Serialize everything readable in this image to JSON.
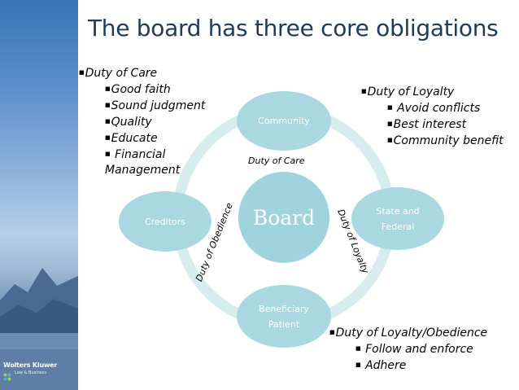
{
  "slide": {
    "title": "The board has three core obligations"
  },
  "branding": {
    "logo_name": "Wolters Kluwer",
    "logo_sub": "Law & Business"
  },
  "diagram": {
    "center": "Board",
    "nodes": {
      "top": "Community",
      "right_line1": "State and",
      "right_line2": "Federal",
      "bottom_line1": "Beneficiary",
      "bottom_line2": "Patient",
      "left": "Creditors"
    },
    "edge_labels": {
      "top": "Duty of Care",
      "left": "Duty of Obedience",
      "right": "Duty of Loyalty"
    },
    "colors": {
      "node_fill": "#a9d8e0",
      "ring": "#d7ecef",
      "title": "#1e3a5f"
    }
  },
  "duty_of_care": {
    "heading": "Duty of Care",
    "items": [
      "Good faith",
      "Sound judgment",
      "Quality",
      "Educate",
      " Financial"
    ],
    "continuation": "Management"
  },
  "duty_of_loyalty": {
    "heading": "Duty of Loyalty",
    "items": [
      " Avoid conflicts",
      "Best interest",
      "Community benefit"
    ]
  },
  "duty_of_loyalty_obedience": {
    "heading": "Duty of Loyalty/Obedience",
    "items": [
      " Follow and enforce",
      " Adhere"
    ]
  },
  "bullet_glyph": "■"
}
